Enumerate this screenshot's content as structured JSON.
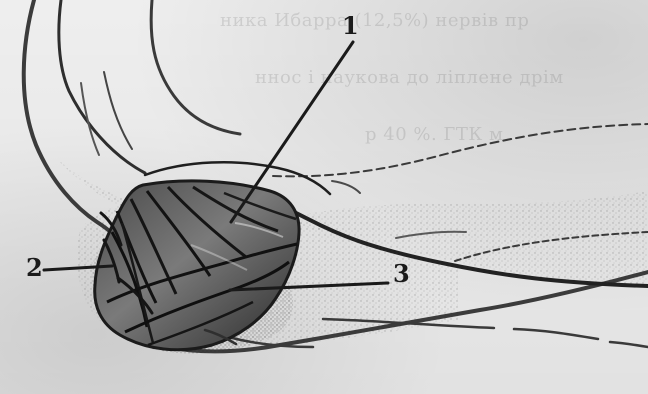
{
  "diagram": {
    "labels": [
      {
        "id": "1",
        "text": "1"
      },
      {
        "id": "2",
        "text": "2"
      },
      {
        "id": "3",
        "text": "3"
      }
    ]
  },
  "background_text": {
    "line1": "ника Ибарра (12,5%) нервів пр",
    "line2": "ннос і наукова до ліплене дрім",
    "line3": "р 40 %. ГТК         м"
  },
  "colors": {
    "paper": "#f3f3f3",
    "ink": "#1b1b1b",
    "muscle_dark": "#2a2a2a",
    "muscle_light": "#8e8e8e"
  }
}
